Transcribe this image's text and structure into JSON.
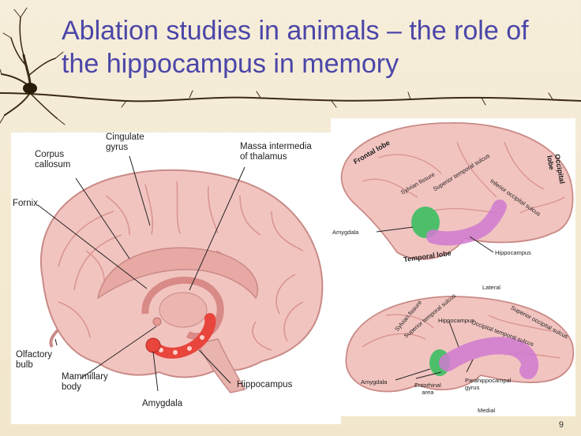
{
  "title": {
    "line1": "Ablation studies in animals – the role of",
    "line2": "the hippocampus in memory"
  },
  "left_figure": {
    "labels": {
      "cingulate_gyrus_1": "Cingulate",
      "cingulate_gyrus_2": "gyrus",
      "corpus_callosum_1": "Corpus",
      "corpus_callosum_2": "callosum",
      "massa_1": "Massa intermedia",
      "massa_2": "of thalamus",
      "fornix": "Fornix",
      "olfactory_1": "Olfactory",
      "olfactory_2": "bulb",
      "mammillary_1": "Mammillary",
      "mammillary_2": "body",
      "amygdala": "Amygdala",
      "hippocampus": "Hippocampus"
    }
  },
  "right_top_figure": {
    "labels": {
      "frontal_lobe": "Frontal lobe",
      "occipital_lobe": "Occipital lobe",
      "sylvian_fissure": "Sylvian fissure",
      "superior_temporal_sulcus": "Superior temporal sulcus",
      "inferior_occipital_sulcus": "Inferior occipital sulcus",
      "amygdala": "Amygdala",
      "temporal_lobe": "Temporal lobe",
      "hippocampus": "Hippocampus"
    }
  },
  "right_bottom_figure": {
    "labels": {
      "lateral": "Lateral",
      "medial": "Medial",
      "sylvian_fissure": "Sylvian fissure",
      "superior_temporal_sulcus": "Superior temporal sulcus",
      "superior_occipital_sulcus": "Superior occipital sulcus",
      "hippocampus": "Hippocampus",
      "occipital_temporal_sulcus": "Occipital temporal sulcus",
      "amygdala": "Amygdala",
      "entorhinal_1": "Entorhinal",
      "entorhinal_2": "area",
      "parahippocampal_1": "Parahippocampal",
      "parahippocampal_2": "gyrus"
    }
  },
  "page_number": "9",
  "colors": {
    "title": "#4b46a8",
    "background": "#f3e9cf",
    "brain_fill": "#f2c4c0",
    "brain_stroke": "#c98a86",
    "hippocampus_left": "#e8453c",
    "amygdala_green": "#3bbf62",
    "hippocampus_purple": "#d07ad0"
  }
}
